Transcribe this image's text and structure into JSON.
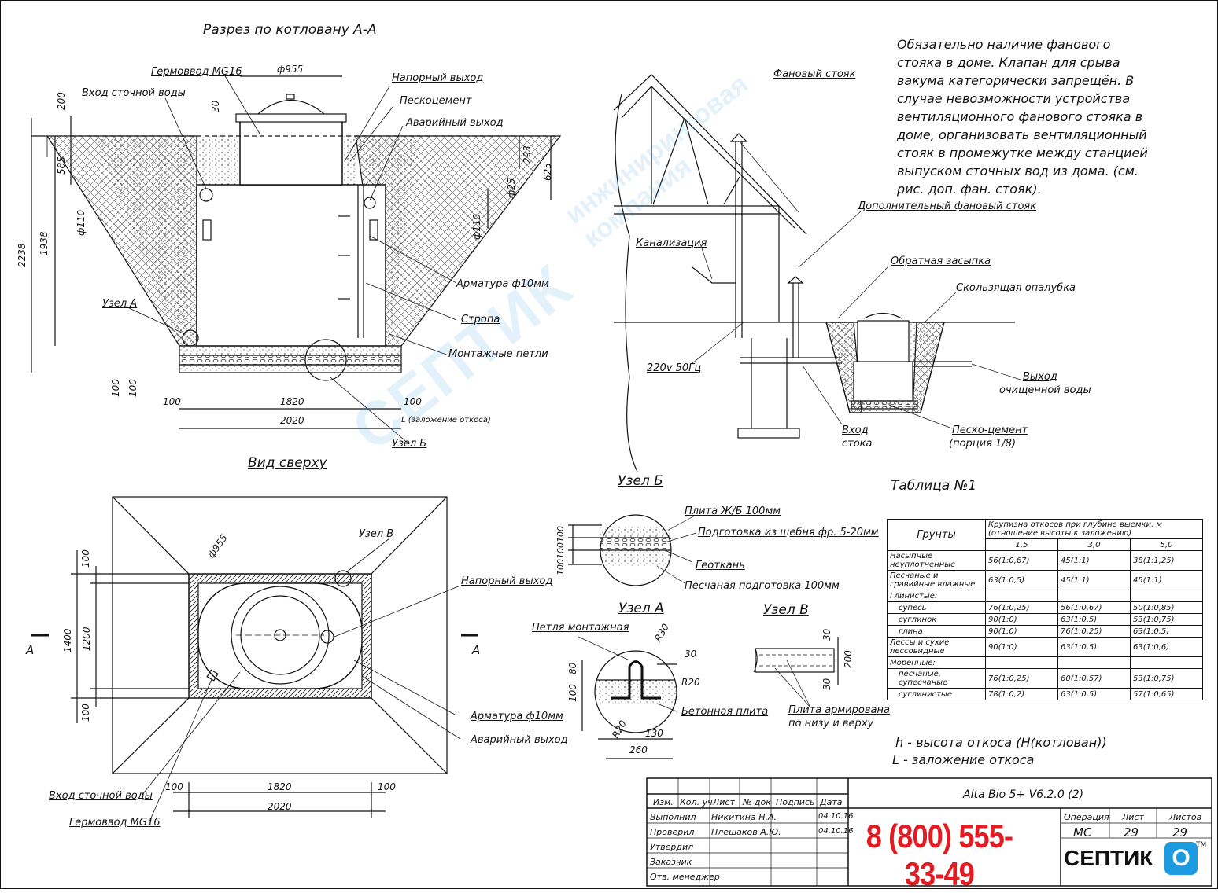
{
  "section_aa": {
    "title": "Разрез по котловану А-А",
    "labels": {
      "germovvod": "Гермоввод MG16",
      "vhod": "Вход сточной воды",
      "napor": "Напорный выход",
      "pesko": "Пескоцемент",
      "avar": "Аварийный выход",
      "armatura": "Арматура ф10мм",
      "stropa": "Стропа",
      "petli": "Монтажные петли",
      "uzel_a": "Узел А",
      "uzel_b": "Узел Б",
      "L": "L (заложение откоса)"
    },
    "dims": {
      "d955": "ф955",
      "h200": "200",
      "h30": "30",
      "h585": "585",
      "h293": "293",
      "h625": "625",
      "d25": "ф25",
      "d110l": "ф110",
      "d110r": "ф110",
      "h2238": "2238",
      "h1938": "1938",
      "h100a": "100",
      "h100b": "100",
      "w100l": "100",
      "w1820": "1820",
      "w100r": "100",
      "w2020": "2020"
    }
  },
  "top_view": {
    "title": "Вид сверху",
    "labels": {
      "uzel_v": "Узел В",
      "napor": "Напорный выход",
      "armatura": "Арматура ф10мм",
      "avar": "Аварийный выход",
      "vhod": "Вход сточной воды",
      "germovvod": "Гермоввод MG16",
      "a_left": "A",
      "a_right": "A"
    },
    "dims": {
      "d955": "ф955",
      "h100t": "100",
      "h1400": "1400",
      "h1200": "1200",
      "h100b": "100",
      "w100l": "100",
      "w1820": "1820",
      "w100r": "100",
      "w2020": "2020"
    }
  },
  "house": {
    "labels": {
      "fan": "Фановый стояк",
      "dop_fan": "Дополнительный фановый стояк",
      "kanal": "Канализация",
      "zasypka": "Обратная засыпка",
      "opalubka": "Скользящая опалубка",
      "power": "220v 50Гц",
      "vhod1": "Вход",
      "vhod2": "стока",
      "vyhod1": "Выход",
      "vyhod2": "очищенной воды",
      "pesko1": "Песко-цемент",
      "pesko2": "(порция 1/8)"
    }
  },
  "note": "Обязательно наличие фанового стояка в доме. Клапан для срыва вакума категорически запрещён. В случае невозможности устройства вентиляционного фанового стояка в доме, организовать вентиляционный стояк в промежутке между станцией выпуском сточных вод из дома. (см. рис. доп. фан. стояк).",
  "uzel_b": {
    "title": "Узел Б",
    "l1": "Плита Ж/Б 100мм",
    "l2": "Подготовка из щебня фр. 5-20мм",
    "l3": "Геоткань",
    "l4": "Песчаная подготовка 100мм",
    "dims": "100100100"
  },
  "uzel_a": {
    "title": "Узел А",
    "petlya": "Петля монтажная",
    "plita": "Бетонная плита",
    "r30": "R30",
    "r20a": "R20",
    "r20b": "R20",
    "d30": "30",
    "d80": "80",
    "d100": "100",
    "d130": "130",
    "d260": "260"
  },
  "uzel_v": {
    "title": "Узел В",
    "plita1": "Плита армирована",
    "plita2": "по низу и верху",
    "d30a": "30",
    "d200": "200",
    "d30b": "30"
  },
  "table": {
    "title": "Таблица №1",
    "col_soil": "Грунты",
    "col_head": "Крупизна откосов при глубине выемки, м (отношение высоты к заложению)",
    "depths": [
      "1,5",
      "3,0",
      "5,0"
    ],
    "rows": [
      {
        "name": "Насыпные неуплотненные",
        "v": [
          "56(1:0,67)",
          "45(1:1)",
          "38(1:1,25)"
        ]
      },
      {
        "name": "Песчаные и гравийные влажные",
        "v": [
          "63(1:0,5)",
          "45(1:1)",
          "45(1:1)"
        ]
      },
      {
        "name": "Глинистые:",
        "v": [
          "",
          "",
          ""
        ]
      },
      {
        "name": "супесь",
        "v": [
          "76(1:0,25)",
          "56(1:0,67)",
          "50(1:0,85)"
        ]
      },
      {
        "name": "суглинок",
        "v": [
          "90(1:0)",
          "63(1:0,5)",
          "53(1:0,75)"
        ]
      },
      {
        "name": "глина",
        "v": [
          "90(1:0)",
          "76(1:0,25)",
          "63(1:0,5)"
        ]
      },
      {
        "name": "Лессы и сухие лессовидные",
        "v": [
          "90(1:0)",
          "63(1:0,5)",
          "63(1:0,6)"
        ]
      },
      {
        "name": "Моренные:",
        "v": [
          "",
          "",
          ""
        ]
      },
      {
        "name": "песчаные, супесчаные",
        "v": [
          "76(1:0,25)",
          "60(1:0,57)",
          "53(1:0,75)"
        ]
      },
      {
        "name": "суглинистые",
        "v": [
          "78(1:0,2)",
          "63(1:0,5)",
          "57(1:0,65)"
        ]
      }
    ]
  },
  "legend": {
    "h": "h - высота откоса (Н(котлован))",
    "L": "L - заложение откоса"
  },
  "stamp": {
    "model": "Alta Bio 5+ V6.2.0 (2)",
    "izm": "Изм.",
    "kol": "Кол. уч",
    "list": "Лист",
    "ndok": "№ док",
    "podpis": "Подпись",
    "data": "Дата",
    "r1": "Выполнил",
    "r1name": "Никитина Н.А.",
    "r1date": "04.10.16",
    "r2": "Проверил",
    "r2name": "Плешаков А.Ю.",
    "r2date": "04.10.16",
    "r3": "Утвердил",
    "r4": "Заказчик",
    "r5": "Отв. менеджер",
    "op_h": "Операция",
    "list_h": "Лист",
    "listov_h": "Листов",
    "op": "МС",
    "list_v": "29",
    "listov_v": "29",
    "phone": "8 (800) 555-33-49",
    "logo_text": "СЕПТИК",
    "logo_o": "О",
    "tm": "TM"
  },
  "watermark": {
    "w1": "СЕПТИК",
    "w2a": "инжиниринговая",
    "w2b": "компания"
  },
  "colors": {
    "ink": "#111111",
    "phone_red": "#e31b23",
    "brand_blue": "#1d9be0"
  }
}
